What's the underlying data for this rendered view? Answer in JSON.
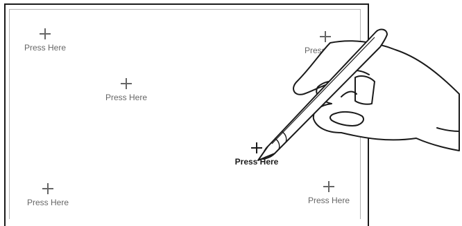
{
  "calibration": {
    "targets": [
      {
        "id": "top-left",
        "label": "Press Here",
        "state": "inactive"
      },
      {
        "id": "middle-left",
        "label": "Press Here",
        "state": "inactive"
      },
      {
        "id": "top-right",
        "label": "Press Here",
        "state": "inactive"
      },
      {
        "id": "center-right",
        "label": "Press Here",
        "state": "active"
      },
      {
        "id": "bottom-left",
        "label": "Press Here",
        "state": "inactive"
      },
      {
        "id": "bottom-right",
        "label": "Press Here",
        "state": "inactive"
      }
    ]
  },
  "colors": {
    "frame": "#1a1a1a",
    "screen_border": "#b3b3b3",
    "inactive_target": "#666666",
    "active_target": "#1a1a1a"
  },
  "icons": {
    "crosshair": "crosshair-icon",
    "stylus": "stylus-icon",
    "hand": "hand-icon"
  }
}
